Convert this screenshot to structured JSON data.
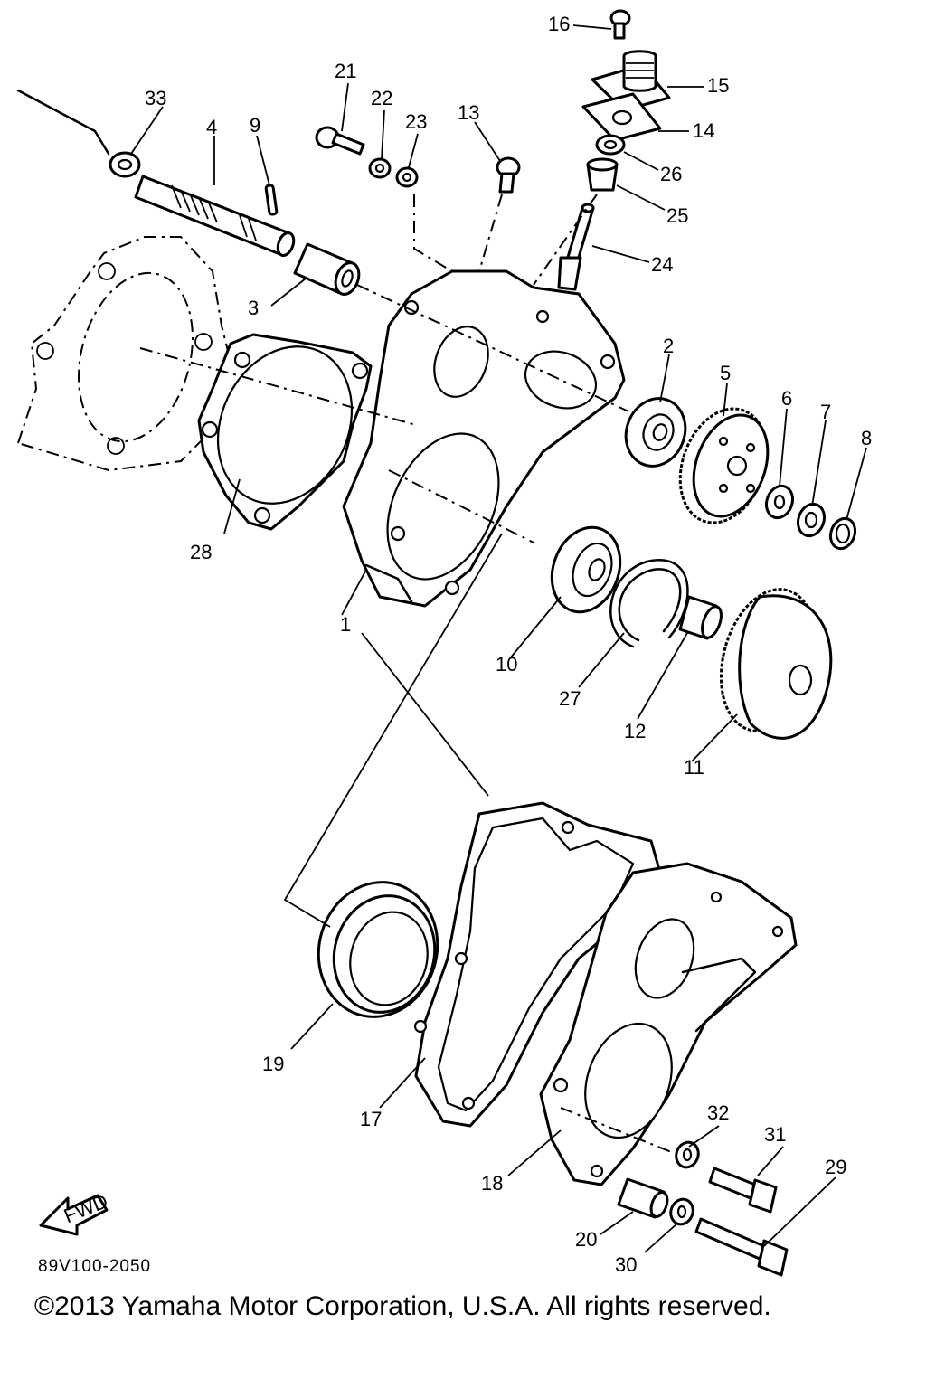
{
  "diagram": {
    "drawing_code": "89V100-2050",
    "copyright": "©2013 Yamaha Motor Corporation, U.S.A. All rights reserved.",
    "fwd_label": "FWD",
    "callouts": {
      "c1": "1",
      "c2": "2",
      "c3": "3",
      "c4": "4",
      "c5": "5",
      "c6": "6",
      "c7": "7",
      "c8": "8",
      "c9": "9",
      "c10": "10",
      "c11": "11",
      "c12": "12",
      "c13": "13",
      "c14": "14",
      "c15": "15",
      "c16": "16",
      "c17": "17",
      "c18": "18",
      "c19": "19",
      "c20": "20",
      "c21": "21",
      "c22": "22",
      "c23": "23",
      "c24": "24",
      "c25": "25",
      "c26": "26",
      "c27": "27",
      "c28": "28",
      "c29": "29",
      "c30": "30",
      "c31": "31",
      "c32": "32",
      "c33": "33"
    }
  }
}
